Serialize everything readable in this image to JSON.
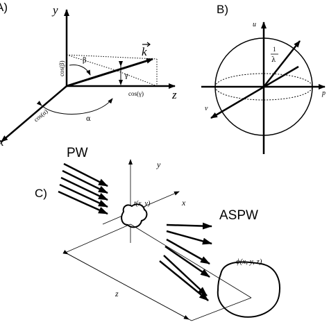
{
  "panels": {
    "a": {
      "label": "A)",
      "axes": {
        "x": "x",
        "y": "y",
        "z": "z"
      },
      "vector": "k",
      "angles": {
        "alpha": "α",
        "beta": "β",
        "gamma": "γ"
      },
      "projections": {
        "cos_alpha": "cos(α)",
        "cos_beta": "cos(β)",
        "cos_gamma": "cos(γ)"
      }
    },
    "b": {
      "label": "B)",
      "axes": {
        "u": "u",
        "v": "v",
        "p": "p"
      },
      "fraction": {
        "numerator": "1",
        "denominator": "λ"
      }
    },
    "c": {
      "label": "C)",
      "incident_label": "PW",
      "scattered_label": "ASPW",
      "object_function": "t(x, y)",
      "field_function": "ϕ(x, y, z)",
      "axes": {
        "x": "x",
        "y": "y"
      },
      "distance": "z"
    }
  }
}
